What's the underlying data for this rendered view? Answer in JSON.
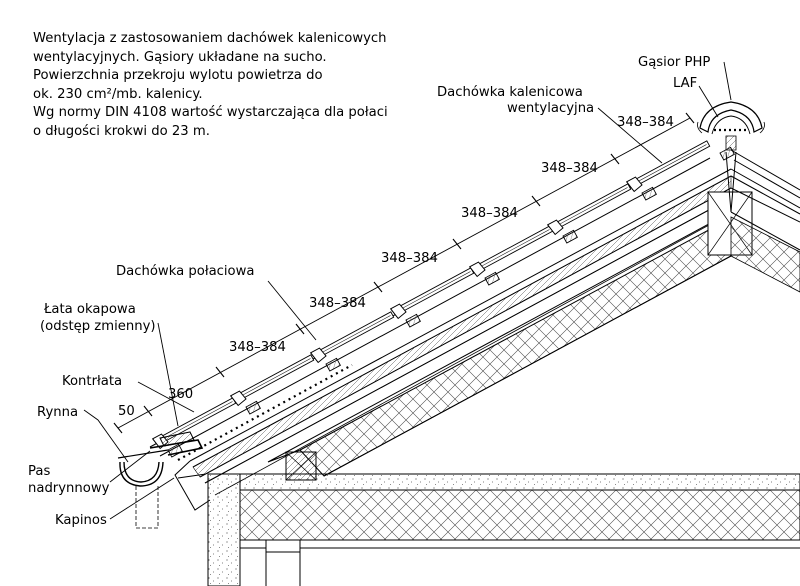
{
  "note": {
    "lines": [
      "Wentylacja z zastosowaniem dachówek kalenicowych",
      "wentylacyjnych. Gąsiory układane na sucho.",
      "Powierzchnia przekroju wylotu powietrza do",
      "ok. 230 cm²/mb. kalenicy.",
      "Wg normy DIN 4108 wartość wystarczająca dla połaci",
      "o długości krokwi do 23 m."
    ]
  },
  "labels": {
    "gasior": "Gąsior PHP",
    "laf": "LAF",
    "kalenicowa_1": "Dachówka kalenicowa",
    "kalenicowa_2": "wentylacyjna",
    "polaciowa": "Dachówka połaciowa",
    "lata_1": "Łata okapowa",
    "lata_2": "(odstęp zmienny)",
    "kontrlata": "Kontrłata",
    "rynna": "Rynna",
    "pas_1": "Pas",
    "pas_2": "nadrynnowy",
    "kapinos": "Kapinos"
  },
  "dimensions": {
    "spacing": [
      "348–384",
      "348–384",
      "348–384",
      "348–384",
      "348–384",
      "348–384"
    ],
    "first_batten": "360",
    "eaves_overhang": "50"
  }
}
